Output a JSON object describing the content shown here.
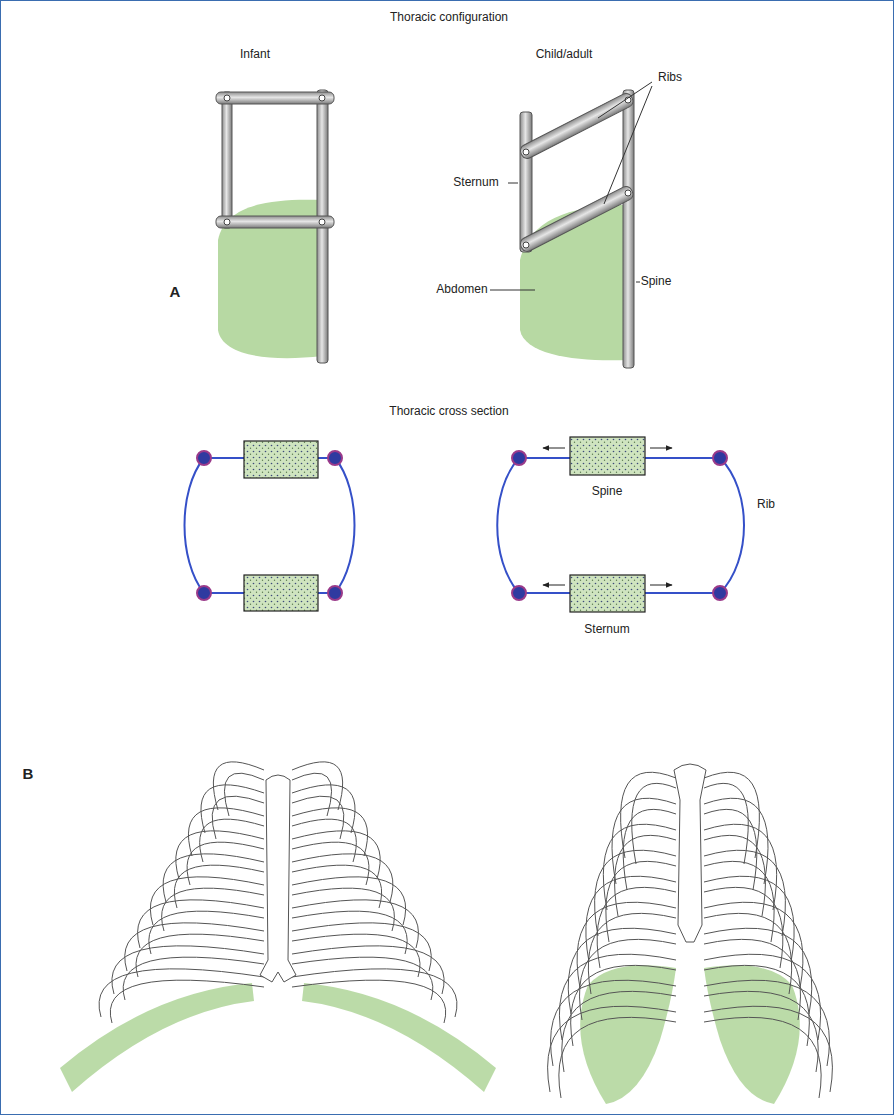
{
  "diagram": {
    "title": "Thoracic configuration",
    "labels": [
      "Infant",
      "Child/adult",
      "Ribs",
      "Sternum",
      "Spine",
      "Abdomen",
      "A",
      "Thoracic cross section",
      "Spine",
      "Sternum",
      "Rib",
      "B"
    ]
  }
}
